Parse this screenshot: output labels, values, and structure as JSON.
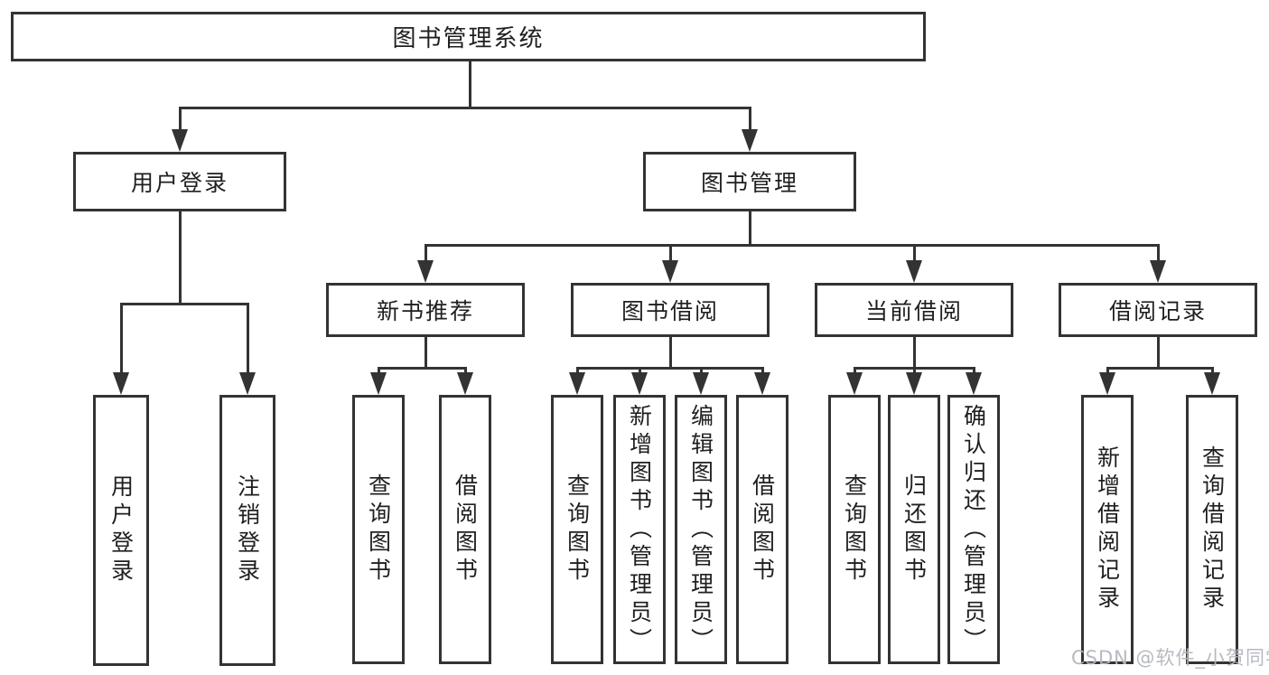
{
  "nodes": {
    "root": "图书管理系统",
    "user_login": "用户登录",
    "book_management": "图书管理",
    "new_book_recommend": "新书推荐",
    "book_borrow": "图书借阅",
    "current_borrow": "当前借阅",
    "borrow_record": "借阅记录",
    "leaf_user_login": "用户登录",
    "leaf_logout_login": "注销登录",
    "leaf_nbr_query_book": "查询图书",
    "leaf_nbr_borrow_book": "借阅图书",
    "leaf_bb_query_book": "查询图书",
    "leaf_bb_add_book": "新增图书（管理员）",
    "leaf_bb_edit_book": "编辑图书（管理员）",
    "leaf_bb_borrow_book": "借阅图书",
    "leaf_cb_query_book": "查询图书",
    "leaf_cb_return_book": "归还图书",
    "leaf_cb_confirm_return": "确认归还（管理员）",
    "leaf_br_add_record": "新增借阅记录",
    "leaf_br_query_record": "查询借阅记录"
  },
  "watermark": "CSDN @软件_小贺同学",
  "colors": {
    "line": "#333333",
    "text": "#1f1f1f",
    "watermark": "#b3b7bd",
    "background": "#ffffff"
  }
}
